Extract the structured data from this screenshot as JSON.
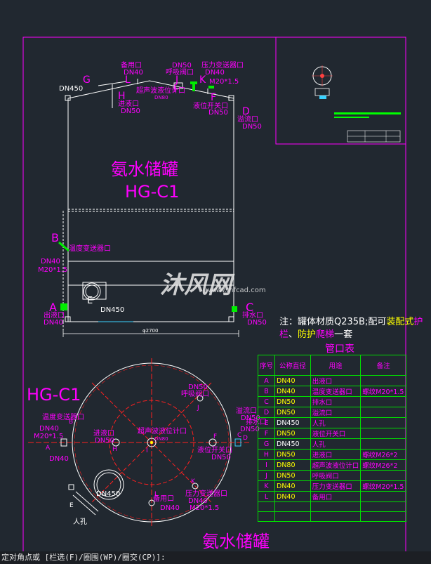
{
  "elevation": {
    "title": "氨水储罐",
    "code": "HG-C1",
    "width_dim": "φ2700",
    "labels": {
      "spare": "备用口",
      "spare_dn": "DN40",
      "breath": "呼吸阀口",
      "breath_dn": "DN50",
      "manhole_top": "DN450",
      "ultrasonic": "超声波液位计口",
      "ultrasonic_dn": "DN80",
      "pressure": "压力变送器口",
      "pressure_dn": "DN40",
      "pressure_thread": "M20*1.5",
      "inlet": "进液口",
      "inlet_dn": "DN50",
      "switch": "液位开关口",
      "switch_dn": "DN50",
      "overflow": "溢流口",
      "overflow_dn": "DN50",
      "temp": "温度变送器口",
      "temp_dn": "DN40",
      "temp_thread": "M20*1.5",
      "manhole_side": "DN450",
      "outlet": "出液口",
      "outlet_dn": "DN40",
      "drain": "排水口",
      "drain_dn": "DN50",
      "mark_G": "G",
      "mark_L": "L",
      "mark_J": "J",
      "mark_H": "H",
      "mark_I": "I",
      "mark_K": "K",
      "mark_F": "F",
      "mark_D": "D",
      "mark_B": "B",
      "mark_E": "E",
      "mark_A": "A",
      "mark_C": "C"
    }
  },
  "plan": {
    "title": "氨水储罐",
    "code": "HG-C1",
    "labels": {
      "breath_dn": "DN50",
      "breath": "呼吸阀口",
      "temp": "温度变送器口",
      "temp_dn": "DN40",
      "temp_thread": "M20*1.5",
      "outlet_dn": "DN40",
      "inlet": "进液口",
      "inlet_dn": "DN50",
      "ultrasonic": "超声波液位计口",
      "ultrasonic_dn": "DN80",
      "overflow": "溢流口",
      "overflow_dn": "DN50",
      "drain": "排水口",
      "drain_dn": "DN50",
      "switch": "液位开关口",
      "switch_dn": "DN50",
      "manhole_dn": "DN450",
      "manhole": "人孔",
      "spare": "备用口",
      "spare_dn": "DN40",
      "pressure": "压力变送器口",
      "pressure_dn": "DN40",
      "pressure_thread": "M20*1.5",
      "mark_J": "J",
      "mark_B": "B",
      "mark_A": "A",
      "mark_H": "H",
      "mark_I": "I",
      "mark_D": "D",
      "mark_C": "C",
      "mark_F": "F",
      "mark_K": "K",
      "mark_L": "L",
      "mark_E": "E"
    }
  },
  "note": {
    "prefix": "注：罐体材质Q235B;配可",
    "y1": "装",
    "y2": "配式",
    "m1": "护栏",
    "sep": "、",
    "y3": "防护",
    "m2": "爬梯",
    "suffix": "一套"
  },
  "pipe_table": {
    "title": "管口表",
    "headers": [
      "序号",
      "公称直径",
      "用途",
      "备注"
    ],
    "rows": [
      {
        "mark": "A",
        "dn": "DN40",
        "use": "出液口",
        "remark": "",
        "white": false
      },
      {
        "mark": "B",
        "dn": "DN40",
        "use": "温度变送器口",
        "remark": "螺纹M20*1.5",
        "white": false
      },
      {
        "mark": "C",
        "dn": "DN50",
        "use": "排水口",
        "remark": "",
        "white": false
      },
      {
        "mark": "D",
        "dn": "DN50",
        "use": "溢流口",
        "remark": "",
        "white": false
      },
      {
        "mark": "E",
        "dn": "DN450",
        "use": "人孔",
        "remark": "",
        "white": true
      },
      {
        "mark": "F",
        "dn": "DN50",
        "use": "液位开关口",
        "remark": "",
        "white": false
      },
      {
        "mark": "G",
        "dn": "DN450",
        "use": "人孔",
        "remark": "",
        "white": true
      },
      {
        "mark": "H",
        "dn": "DN50",
        "use": "进液口",
        "remark": "螺纹M26*2",
        "white": false
      },
      {
        "mark": "I",
        "dn": "DN80",
        "use": "超声波液位计口",
        "remark": "螺纹M26*2",
        "white": false
      },
      {
        "mark": "J",
        "dn": "DN50",
        "use": "呼吸阀口",
        "remark": "",
        "white": false
      },
      {
        "mark": "K",
        "dn": "DN40",
        "use": "压力变送器口",
        "remark": "螺纹M20*1.5",
        "white": false
      },
      {
        "mark": "L",
        "dn": "DN40",
        "use": "备用口",
        "remark": "",
        "white": false
      },
      {
        "mark": "",
        "dn": "",
        "use": "",
        "remark": "",
        "white": false
      },
      {
        "mark": "",
        "dn": "",
        "use": "",
        "remark": "",
        "white": false
      }
    ]
  },
  "watermark": {
    "brand": "沐风网",
    "site": "www.mfcad.com"
  },
  "command_line": "定对角点或 [栏选(F)/圈围(WP)/圈交(CP)]:",
  "colors": {
    "bg": "#212830",
    "line": "#ffffff",
    "text": "#ff00ff",
    "table": "#00dd00",
    "center": "#ff2020",
    "accent": "#ffff00"
  }
}
